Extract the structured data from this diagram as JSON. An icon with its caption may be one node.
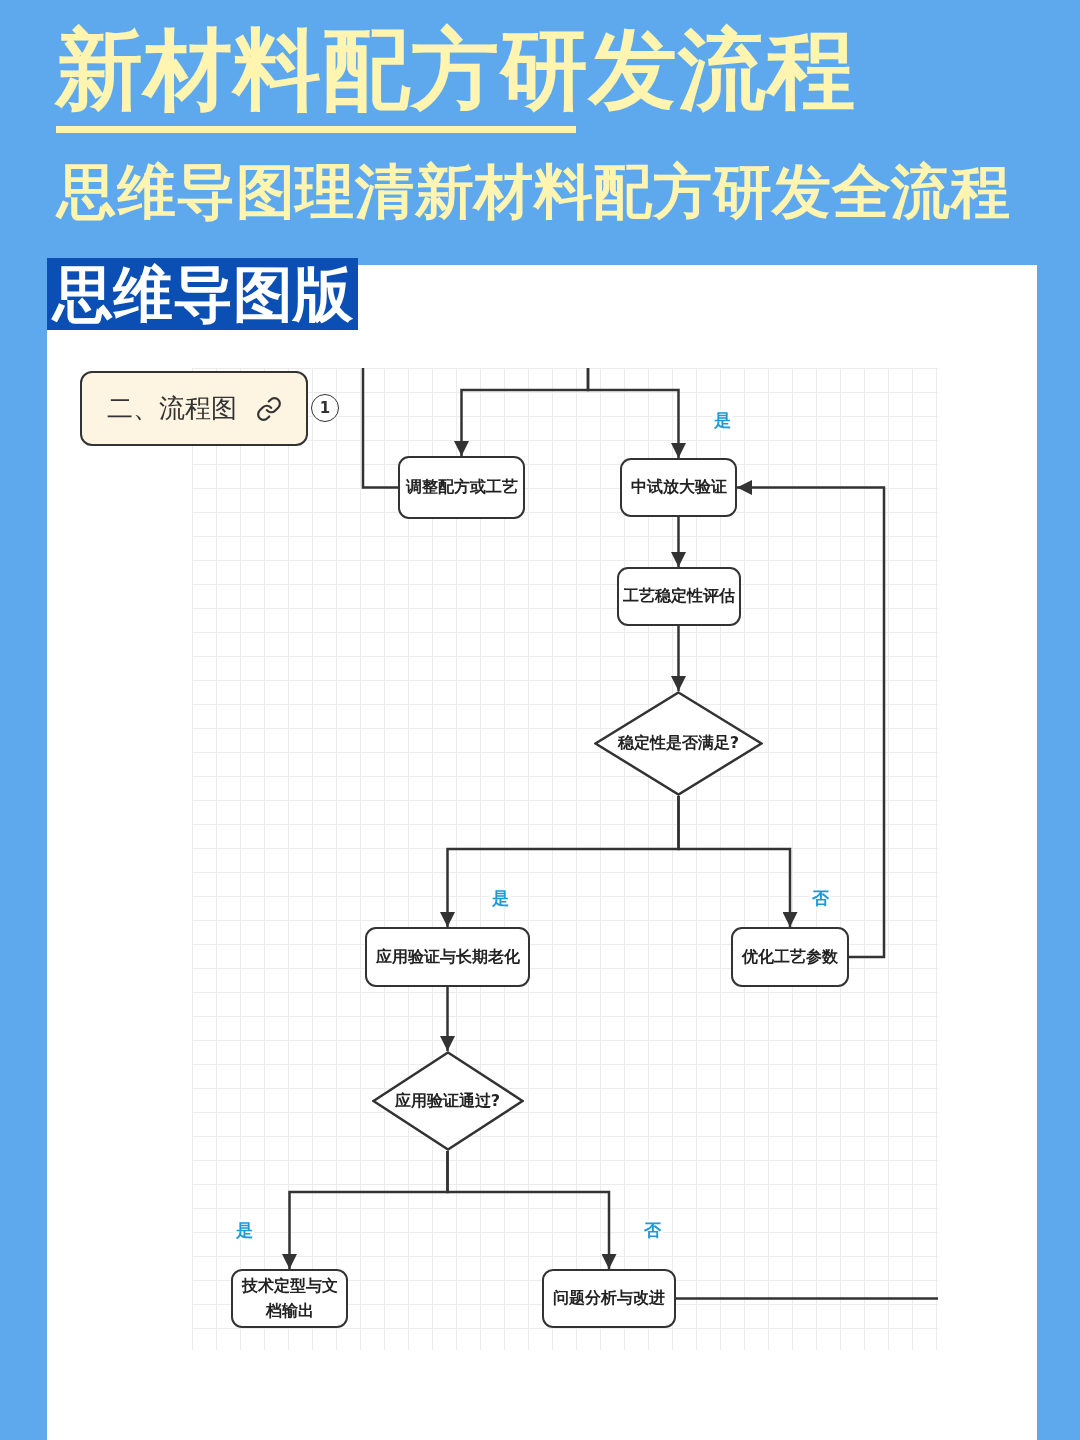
{
  "diagram": {
    "title": "新材料配方研发流程",
    "nodes": [
      {
        "text": [
          "二、流程图"
        ],
        "beside": [
          "1"
        ]
      },
      {
        "text": [
          "调整配方或工艺"
        ]
      },
      {
        "text": [
          "中试放大验证"
        ]
      },
      {
        "text": [
          "工艺稳定性评估"
        ]
      },
      {
        "text": [
          "稳定性是否满足?"
        ]
      },
      {
        "text": [
          "应用验证与长期老化"
        ]
      },
      {
        "text": [
          "优化工艺参数"
        ]
      },
      {
        "text": [
          "应用验证通过?"
        ]
      },
      {
        "text": [
          "技术定型与文档输出"
        ]
      },
      {
        "text": [
          "问题分析与改进"
        ]
      }
    ],
    "edges": [
      {
        "from": null,
        "to": 1,
        "arrow": "to"
      },
      {
        "from": null,
        "to": 2,
        "arrow": "to",
        "label": "是"
      },
      {
        "from": 1,
        "to": null,
        "arrow": "none"
      },
      {
        "from": 2,
        "to": 3,
        "arrow": "to"
      },
      {
        "from": 3,
        "to": 4,
        "arrow": "to"
      },
      {
        "from": 4,
        "to": 5,
        "arrow": "to",
        "label": "是"
      },
      {
        "from": 4,
        "to": 6,
        "arrow": "to",
        "label": "否"
      },
      {
        "from": 6,
        "to": 2,
        "arrow": "to"
      },
      {
        "from": 5,
        "to": 7,
        "arrow": "to"
      },
      {
        "from": 7,
        "to": 8,
        "arrow": "to",
        "label": "是"
      },
      {
        "from": 7,
        "to": 9,
        "arrow": "to",
        "label": "否"
      },
      {
        "from": 9,
        "to": null,
        "arrow": "none"
      }
    ],
    "labels": [
      "思维导图理清新材料配方研发全流程",
      "思维导图版"
    ]
  }
}
